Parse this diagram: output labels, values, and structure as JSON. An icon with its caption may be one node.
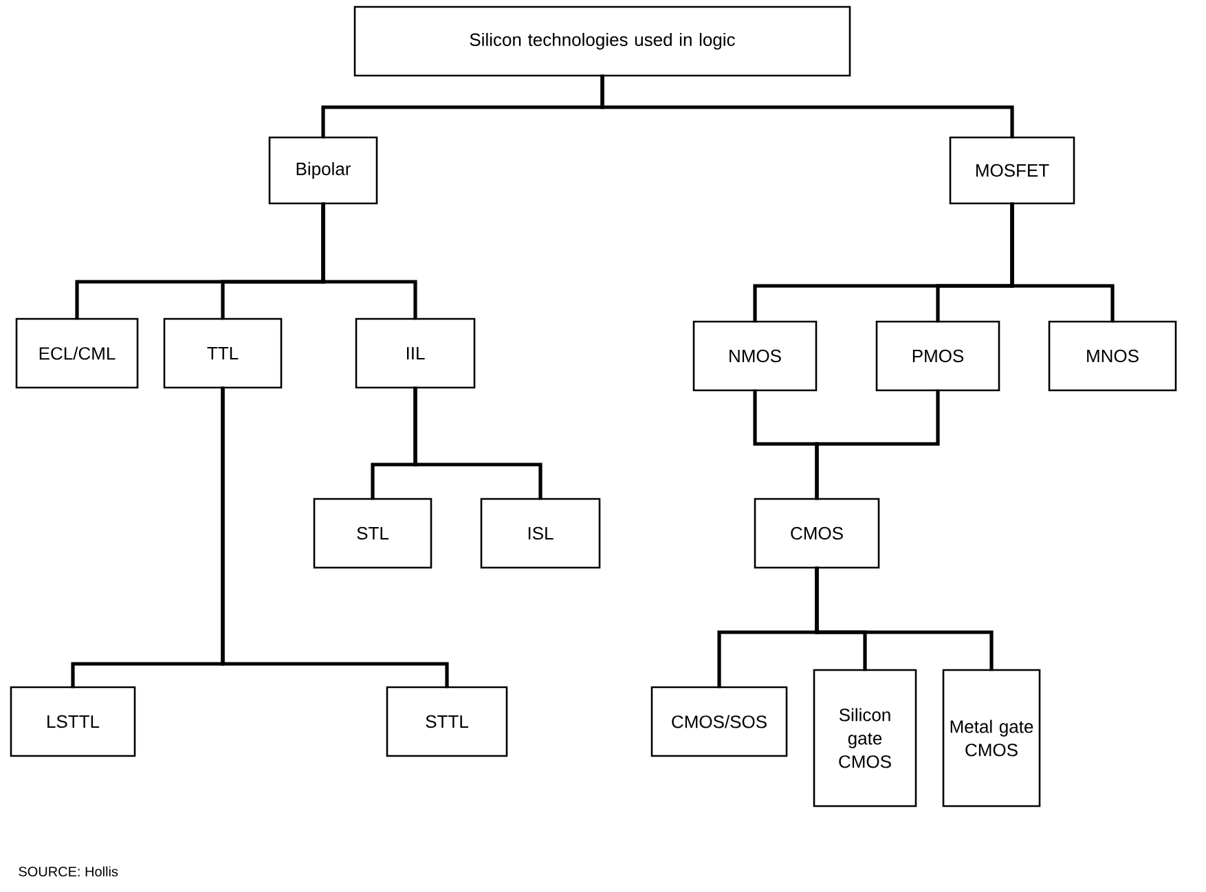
{
  "diagram": {
    "nodes": [
      {
        "text": [
          "Silicon technologies used in logic"
        ]
      },
      {
        "text": [
          "Bipolar"
        ]
      },
      {
        "text": [
          "MOSFET"
        ]
      },
      {
        "text": [
          "ECL/CML"
        ]
      },
      {
        "text": [
          "TTL"
        ]
      },
      {
        "text": [
          "IIL"
        ]
      },
      {
        "text": [
          "NMOS"
        ]
      },
      {
        "text": [
          "PMOS"
        ]
      },
      {
        "text": [
          "MNOS"
        ]
      },
      {
        "text": [
          "STL"
        ]
      },
      {
        "text": [
          "ISL"
        ]
      },
      {
        "text": [
          "CMOS"
        ]
      },
      {
        "text": [
          "LSTTL"
        ]
      },
      {
        "text": [
          "STTL"
        ]
      },
      {
        "text": [
          "CMOS/SOS"
        ]
      },
      {
        "text": [
          "Silicon gate CMOS"
        ]
      },
      {
        "text": [
          "Metal gate CMOS"
        ]
      }
    ],
    "edges": [
      {
        "from": 0,
        "to": 1,
        "arrow": "none"
      },
      {
        "from": 0,
        "to": 2,
        "arrow": "none"
      },
      {
        "from": 1,
        "to": 3,
        "arrow": "none"
      },
      {
        "from": 1,
        "to": 4,
        "arrow": "none"
      },
      {
        "from": 1,
        "to": 5,
        "arrow": "none"
      },
      {
        "from": 2,
        "to": 6,
        "arrow": "none"
      },
      {
        "from": 2,
        "to": 7,
        "arrow": "none"
      },
      {
        "from": 2,
        "to": 8,
        "arrow": "none"
      },
      {
        "from": 5,
        "to": 9,
        "arrow": "none"
      },
      {
        "from": 5,
        "to": 10,
        "arrow": "none"
      },
      {
        "from": 4,
        "to": 12,
        "arrow": "none"
      },
      {
        "from": 4,
        "to": 13,
        "arrow": "none"
      },
      {
        "from": 6,
        "to": 11,
        "arrow": "none"
      },
      {
        "from": 7,
        "to": 11,
        "arrow": "none"
      },
      {
        "from": 11,
        "to": 14,
        "arrow": "none"
      },
      {
        "from": 11,
        "to": 15,
        "arrow": "none"
      },
      {
        "from": 11,
        "to": 16,
        "arrow": "none"
      }
    ],
    "labels": [
      "SOURCE: Hollis"
    ]
  }
}
